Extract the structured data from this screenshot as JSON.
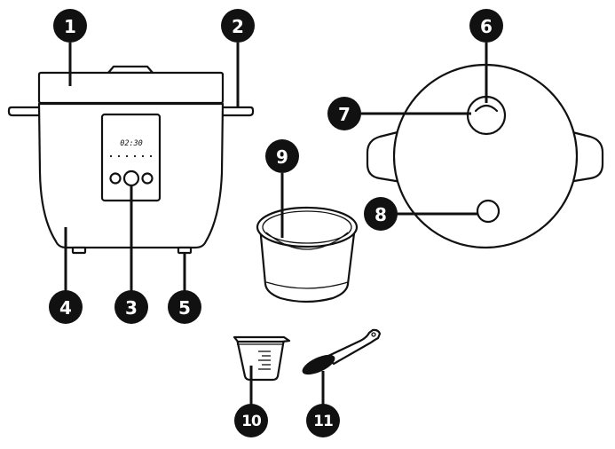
{
  "display": {
    "time": "02:30"
  },
  "callouts": [
    {
      "num": "1"
    },
    {
      "num": "2"
    },
    {
      "num": "3"
    },
    {
      "num": "4"
    },
    {
      "num": "5"
    },
    {
      "num": "6"
    },
    {
      "num": "7"
    },
    {
      "num": "8"
    },
    {
      "num": "9"
    },
    {
      "num": "10"
    },
    {
      "num": "11"
    }
  ]
}
